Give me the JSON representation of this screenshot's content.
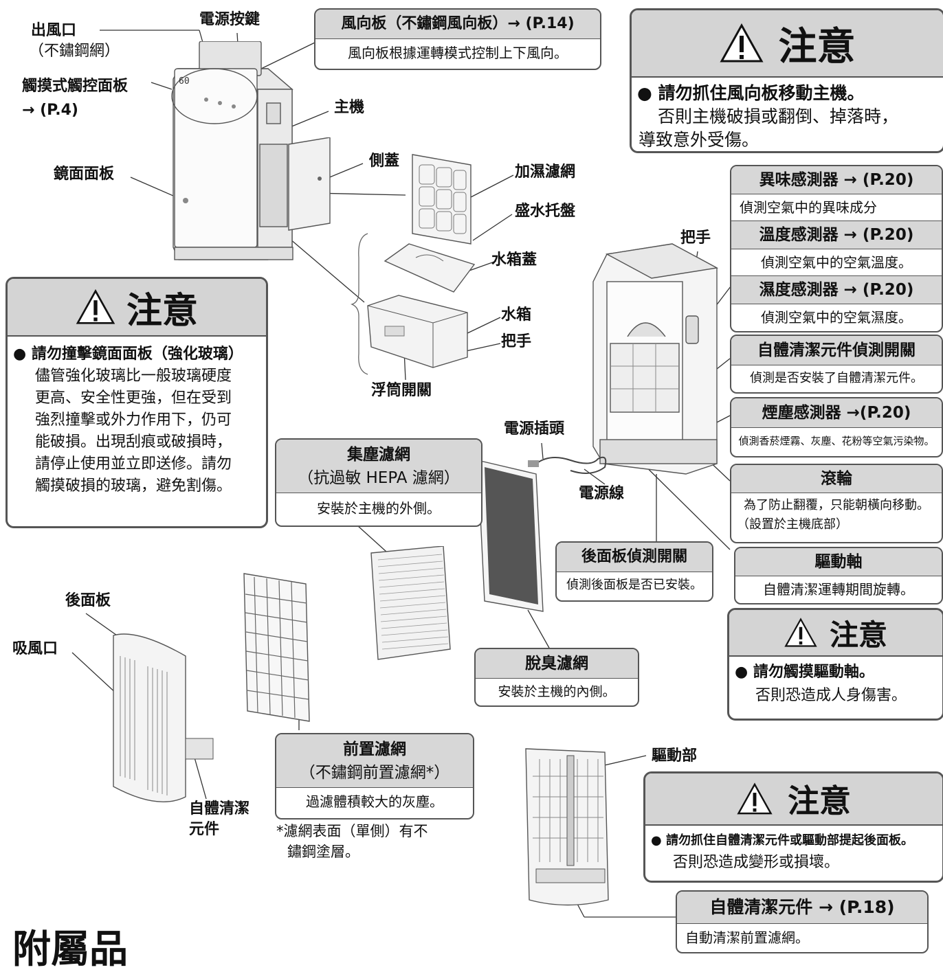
{
  "labels": {
    "outlet": "出風口",
    "outlet_sub": "（不鏽鋼網）",
    "power_button": "電源按鍵",
    "touch_panel": "觸摸式觸控面板",
    "touch_panel_ref": "→ (P.4)",
    "main_unit": "主機",
    "side_cover": "側蓋",
    "mirror_panel": "鏡面面板",
    "humid_filter": "加濕濾網",
    "tray": "盛水托盤",
    "tank_cover": "水箱蓋",
    "tank": "水箱",
    "tank_handle": "把手",
    "float_switch": "浮筒開關",
    "handle_back": "把手",
    "power_plug": "電源插頭",
    "power_cord": "電源線",
    "back_panel": "後面板",
    "air_inlet": "吸風口",
    "self_clean_unit": "自體清潔",
    "self_clean_unit2": "元件",
    "drive_unit": "驅動部",
    "footnote_line1": "*濾網表面（單側）有不",
    "footnote_line2": "鏽鋼塗層。"
  },
  "boxes": {
    "louver": {
      "title": "風向板（不鏽鋼風向板）→ (P.14)",
      "body": "風向板根據運轉模式控制上下風向。"
    },
    "odor": {
      "title": "異味感測器 → (P.20)",
      "body": "偵測空氣中的異味成分"
    },
    "temp": {
      "title": "溫度感測器 → (P.20)",
      "body": "偵測空氣中的空氣溫度。"
    },
    "humid": {
      "title": "濕度感測器 → (P.20)",
      "body": "偵測空氣中的空氣濕度。"
    },
    "self_switch": {
      "title": "自體清潔元件偵測開關",
      "body": "偵測是否安裝了自體清潔元件。"
    },
    "dust": {
      "title": "煙塵感測器 →(P.20)",
      "body": "偵測香菸煙霧、灰塵、花粉等空氣污染物。"
    },
    "caster": {
      "title": "滾輪",
      "body": "為了防止翻覆，只能朝橫向移動。",
      "body2": "（設置於主機底部）"
    },
    "drive_shaft": {
      "title": "驅動軸",
      "body": "自體清潔運轉期間旋轉。"
    },
    "back_switch": {
      "title": "後面板偵測開關",
      "body": "偵測後面板是否已安裝。"
    },
    "hepa": {
      "title": "集塵濾網",
      "title2": "（抗過敏 HEPA 濾網）",
      "body": "安裝於主機的外側。"
    },
    "deodor": {
      "title": "脫臭濾網",
      "body": "安裝於主機的內側。"
    },
    "prefilter": {
      "title": "前置濾網",
      "title2": "（不鏽鋼前置濾網*）",
      "body": "過濾體積較大的灰塵。"
    },
    "self_clean": {
      "title": "自體清潔元件 → (P.18)",
      "body": "自動清潔前置濾網。"
    }
  },
  "warnings": {
    "w1": {
      "title": "注意",
      "line1": "請勿抓住風向板移動主機。",
      "line2": "否則主機破損或翻倒、掉落時，",
      "line3": "導致意外受傷。"
    },
    "w2": {
      "title": "注意",
      "line1": "請勿撞擊鏡面面板（強化玻璃）",
      "line2": "儘管強化玻璃比一般玻璃硬度",
      "line3": "更高、安全性更強，但在受到",
      "line4": "強烈撞擊或外力作用下，仍可",
      "line5": "能破損。出現刮痕或破損時，",
      "line6": "請停止使用並立即送修。請勿",
      "line7": "觸摸破損的玻璃，避免割傷。"
    },
    "w3": {
      "title": "注意",
      "line1": "請勿觸摸驅動軸。",
      "line2": "否則恐造成人身傷害。"
    },
    "w4": {
      "title": "注意",
      "line1": "請勿抓住自體清潔元件或驅動部提起後面板。",
      "line2": "否則恐造成變形或損壞。"
    }
  },
  "device_display": "60",
  "bottom_heading": "附屬品"
}
